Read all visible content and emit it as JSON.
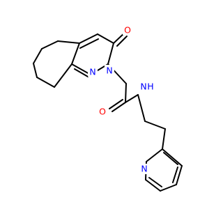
{
  "molecule": {
    "atoms": {
      "o_ketone": {
        "label": "O",
        "color": "#ff0000"
      },
      "o_amide": {
        "label": "O",
        "color": "#ff0000"
      },
      "n_ring_1": {
        "label": "N",
        "color": "#0000ff"
      },
      "n_ring_2": {
        "label": "N",
        "color": "#0000ff"
      },
      "n_amide": {
        "label": "N",
        "color": "#0000ff"
      },
      "n_amide_h": {
        "label": "H",
        "color": "#0000ff"
      },
      "n_pyridine": {
        "label": "N",
        "color": "#0000ff"
      }
    },
    "bond_color": "#000000"
  }
}
